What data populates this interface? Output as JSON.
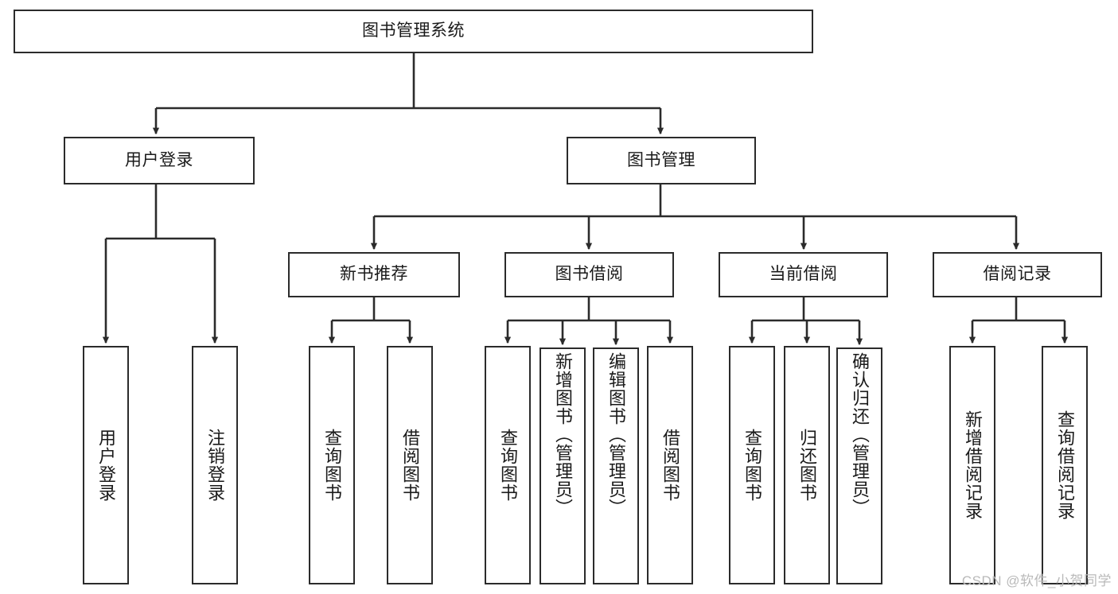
{
  "diagram": {
    "type": "tree",
    "title": "图书管理系统",
    "colors": {
      "stroke": "#2b2b2b",
      "fill": "#ffffff",
      "text": "#1a1a1a",
      "watermark": "#b9b9b9"
    },
    "root": {
      "label": "图书管理系统",
      "orientation": "horizontal"
    },
    "level2": [
      {
        "label": "用户登录",
        "orientation": "horizontal"
      },
      {
        "label": "图书管理",
        "orientation": "horizontal"
      }
    ],
    "level3": [
      {
        "label": "新书推荐",
        "orientation": "horizontal",
        "parent": "图书管理"
      },
      {
        "label": "图书借阅",
        "orientation": "horizontal",
        "parent": "图书管理"
      },
      {
        "label": "当前借阅",
        "orientation": "horizontal",
        "parent": "图书管理"
      },
      {
        "label": "借阅记录",
        "orientation": "horizontal",
        "parent": "图书管理"
      }
    ],
    "leaves": {
      "用户登录": [
        {
          "label": "用户登录",
          "orientation": "vertical"
        },
        {
          "label": "注销登录",
          "orientation": "vertical"
        }
      ],
      "新书推荐": [
        {
          "label": "查询图书",
          "orientation": "vertical"
        },
        {
          "label": "借阅图书",
          "orientation": "vertical"
        }
      ],
      "图书借阅": [
        {
          "label": "查询图书",
          "orientation": "vertical"
        },
        {
          "label": "新增图书（管理员）",
          "orientation": "vertical"
        },
        {
          "label": "编辑图书（管理员）",
          "orientation": "vertical"
        },
        {
          "label": "借阅图书",
          "orientation": "vertical"
        }
      ],
      "当前借阅": [
        {
          "label": "查询图书",
          "orientation": "vertical"
        },
        {
          "label": "归还图书",
          "orientation": "vertical"
        },
        {
          "label": "确认归还（管理员）",
          "orientation": "vertical"
        }
      ],
      "借阅记录": [
        {
          "label": "新增借阅记录",
          "orientation": "vertical"
        },
        {
          "label": "查询借阅记录",
          "orientation": "vertical"
        }
      ]
    }
  },
  "watermark": {
    "text": "CSDN @软件_小贺同学"
  }
}
